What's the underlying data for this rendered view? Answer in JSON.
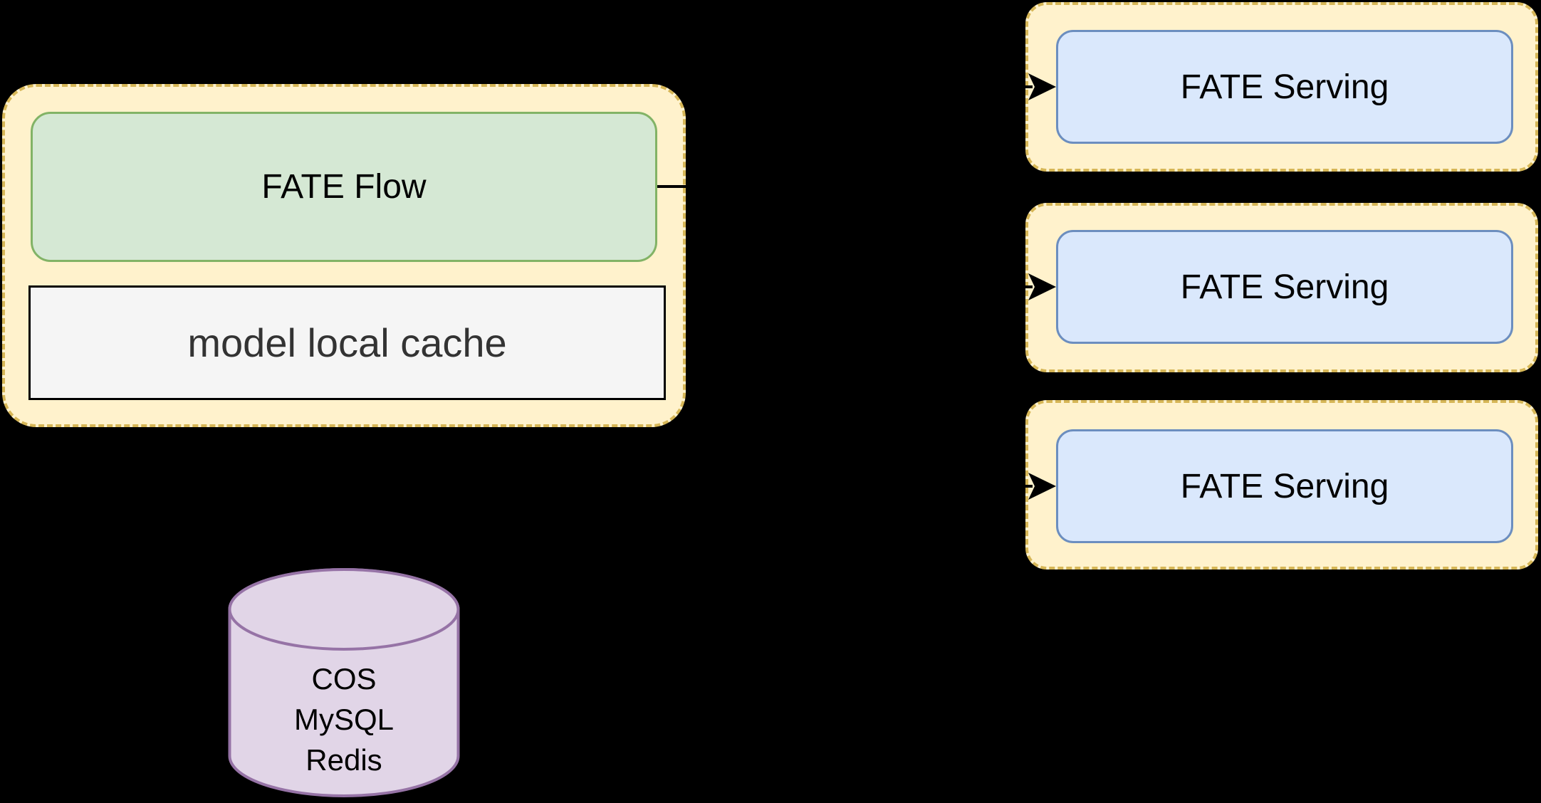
{
  "diagram": {
    "flow_group": {
      "flow_label": "FATE Flow",
      "cache_label": "model local cache"
    },
    "serving_groups": [
      {
        "label": "FATE Serving"
      },
      {
        "label": "FATE Serving"
      },
      {
        "label": "FATE Serving"
      }
    ],
    "database": {
      "lines": [
        "COS",
        "MySQL",
        "Redis"
      ]
    },
    "colors": {
      "background": "#000000",
      "group_fill": "#FFF2CC",
      "group_border": "#D6B656",
      "flow_fill": "#D5E8D4",
      "flow_border": "#82B366",
      "cache_fill": "#F5F5F5",
      "cache_border": "#000000",
      "serving_fill": "#DAE8FC",
      "serving_border": "#6C8EBF",
      "db_fill": "#E1D5E7",
      "db_border": "#9673A6",
      "connector": "#000000"
    }
  }
}
